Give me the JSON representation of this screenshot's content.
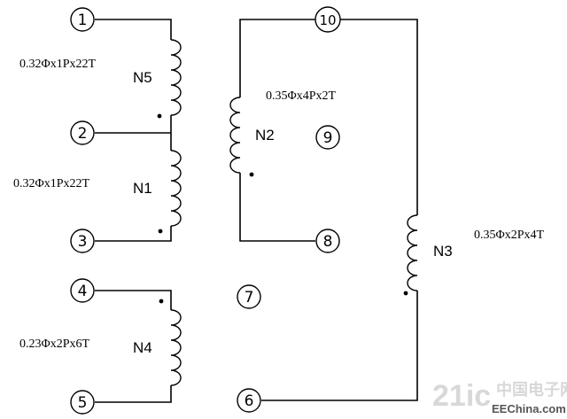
{
  "pins": [
    {
      "id": "pin-1",
      "label": "1"
    },
    {
      "id": "pin-2",
      "label": "2"
    },
    {
      "id": "pin-3",
      "label": "3"
    },
    {
      "id": "pin-4",
      "label": "4"
    },
    {
      "id": "pin-5",
      "label": "5"
    },
    {
      "id": "pin-6",
      "label": "6"
    },
    {
      "id": "pin-7",
      "label": "7"
    },
    {
      "id": "pin-8",
      "label": "8"
    },
    {
      "id": "pin-9",
      "label": "9"
    },
    {
      "id": "pin-10",
      "label": "10"
    }
  ],
  "windings": {
    "n5": {
      "name": "N5",
      "spec": "0.32Φx1Px22T"
    },
    "n1": {
      "name": "N1",
      "spec": "0.32Φx1Px22T"
    },
    "n4": {
      "name": "N4",
      "spec": "0.23Φx2Px6T"
    },
    "n2": {
      "name": "N2",
      "spec": "0.35Φx4Px2T"
    },
    "n3": {
      "name": "N3",
      "spec": "0.35Φx2Px4T"
    }
  },
  "watermark": {
    "logo": "21ic",
    "cn_text": "中国电子网",
    "site": "EEChina.com"
  }
}
